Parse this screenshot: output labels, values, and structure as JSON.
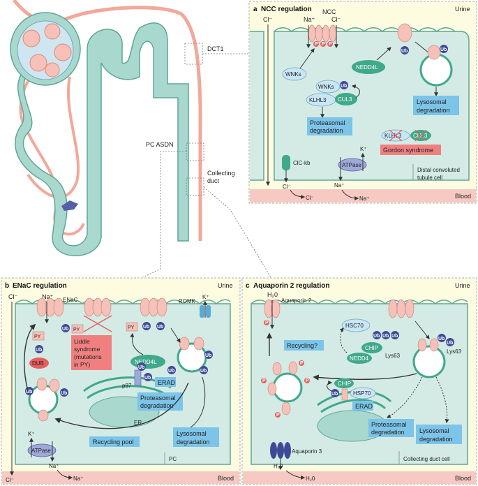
{
  "colors": {
    "tubule": "#a9d8ce",
    "tubule_stroke": "#5fa697",
    "vessel": "#f2a89a",
    "urine_panel": "#fdfbe0",
    "blood": "#f6c9c2",
    "cell": "#d4ebe5",
    "protein": "#f5c1b8",
    "ub": "#3f4a96",
    "phospho": "#e85d5d",
    "blue_box": "#7cc4e8",
    "red_box": "#f08080",
    "oval": "#c9e6f5",
    "green_prot": "#3fa98a"
  },
  "anatomy": {
    "dct1": "DCT1",
    "pc_asdn": "PC ASDN",
    "collecting_duct_1": "Collecting",
    "collecting_duct_2": "duct"
  },
  "panel_a": {
    "letter": "a",
    "title": "NCC regulation",
    "urine": "Urine",
    "blood": "Blood",
    "cl_top": "Cl⁻",
    "na": "Na⁺",
    "ncc": "NCC",
    "cl_ncc": "Cl⁻",
    "wnks1": "WNKs",
    "wnks2": "WNKs",
    "klhl3": "KLHL3",
    "cul3": "CUL3",
    "nedd4l": "NEDD4L",
    "proteasomal_1": "Proteasomal",
    "proteasomal_2": "degradation",
    "lysosomal_1": "Lysosomal",
    "lysosomal_2": "degradation",
    "klhl3_b": "KLHL3",
    "cul3_b": "CUL3",
    "gordon": "Gordon syndrome",
    "clc": "ClC-kb",
    "atpase": "ATPase",
    "k": "K⁺",
    "cl_bottom": "Cl⁻",
    "na_bottom": "Na⁺",
    "cl_out": "Cl⁻",
    "na_out": "Na⁺",
    "cell_1": "Distal convoluted",
    "cell_2": "tubule cell",
    "ub": "Ub",
    "p": "P"
  },
  "panel_b": {
    "letter": "b",
    "title": "ENaC regulation",
    "urine": "Urine",
    "blood": "Blood",
    "cl": "Cl⁻",
    "na": "Na⁺",
    "enac": "ENaC",
    "romk": "ROMK",
    "k": "K⁺",
    "py": "PY",
    "dub": "DUB",
    "liddle_1": "Liddle",
    "liddle_2": "syndrome",
    "liddle_3": "(mutations",
    "liddle_4": "in PY)",
    "nedd4l": "NEDD4L",
    "p97": "p97",
    "erad": "ERAD",
    "proteasomal_1": "Proteasomal",
    "proteasomal_2": "degradation",
    "er": "ER",
    "lysosomal_1": "Lysosomal",
    "lysosomal_2": "degradation",
    "recycling": "Recycling pool",
    "atpase": "ATPase",
    "k_bottom": "K⁺",
    "na_bottom": "Na⁺",
    "na_out": "Na⁺",
    "cl_out": "Cl⁻",
    "pc": "PC",
    "ub": "Ub"
  },
  "panel_c": {
    "letter": "c",
    "title": "Aquaporin 2 regulation",
    "urine": "Urine",
    "blood": "Blood",
    "h2o_top": "H₂0",
    "aqp2": "Aquaporin 2",
    "hsc70": "HSC70",
    "chip": "CHIP",
    "nedd4": "NEDD4",
    "lys63_1": "Lys63",
    "lys63_2": "Lys63",
    "recycling": "Recycling?",
    "chip_b": "CHIP",
    "hsp70": "HSP70",
    "erad": "ERAD",
    "proteasomal_1": "Proteasomal",
    "proteasomal_2": "degradation",
    "lysosomal_1": "Lysosomal",
    "lysosomal_2": "degradation",
    "aqp3": "Aquaporin 3",
    "h2o_bottom": "H₂0",
    "h2o_out": "H₂0",
    "cell": "Collecting duct cell",
    "ub": "Ub",
    "p": "P"
  }
}
